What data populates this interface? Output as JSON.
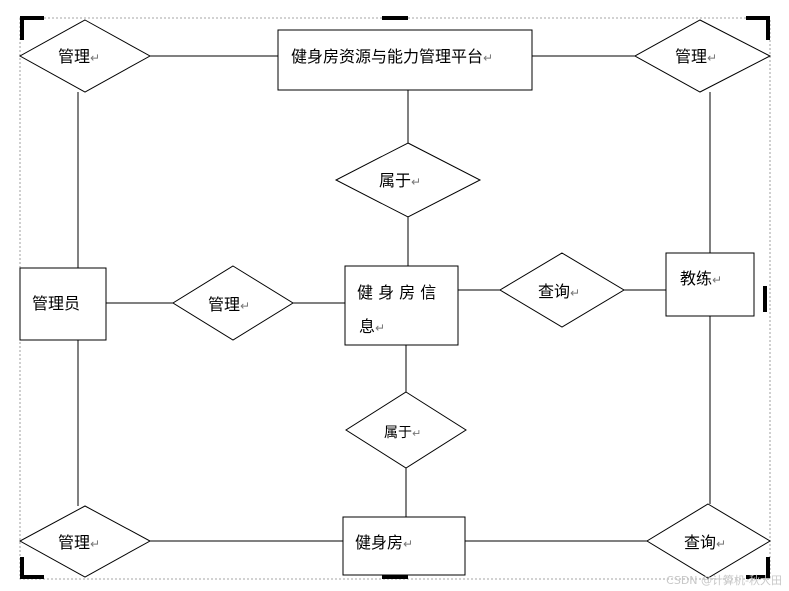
{
  "diagram": {
    "return_mark": "↵",
    "entities": {
      "platform": "健身房资源与能力管理平台",
      "admin": "管理员",
      "gym_info_line1": "健 身 房 信",
      "gym_info_line2": "息",
      "coach": "教练",
      "gym": "健身房"
    },
    "relations": {
      "manage_top_left": "管理",
      "manage_top_right": "管理",
      "belongs_top": "属于",
      "manage_middle": "管理",
      "query_middle": "查询",
      "belongs_bottom": "属于",
      "manage_bottom_left": "管理",
      "query_bottom_right": "查询"
    },
    "watermark": "CSDN @计算机-秋大田"
  }
}
